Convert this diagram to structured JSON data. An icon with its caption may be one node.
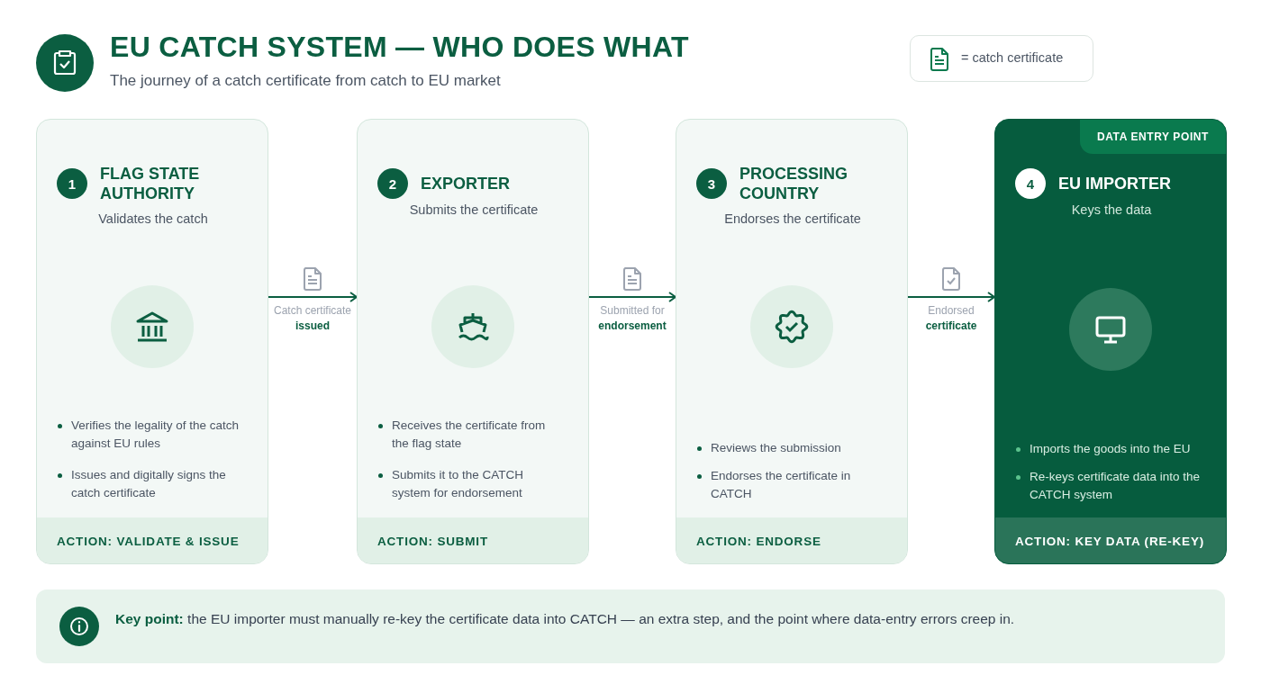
{
  "diagram": {
    "title": "EU CATCH SYSTEM — WHO DOES WHAT",
    "nodes": [
      {
        "text": [
          "1",
          "FLAG STATE AUTHORITY",
          "Validates the catch",
          "Verifies the legality of the catch against EU rules",
          "Issues and digitally signs the catch certificate",
          "ACTION: VALIDATE & ISSUE"
        ]
      },
      {
        "text": [
          "2",
          "EXPORTER",
          "Submits the certificate",
          "Receives the certificate from the flag state",
          "Submits it to the CATCH system for endorsement",
          "ACTION: SUBMIT"
        ]
      },
      {
        "text": [
          "3",
          "PROCESSING COUNTRY",
          "Endorses the certificate",
          "Reviews the submission",
          "Endorses the certificate in CATCH",
          "ACTION: ENDORSE"
        ]
      },
      {
        "text": [
          "DATA ENTRY POINT",
          "4",
          "EU IMPORTER",
          "Keys the data",
          "Imports the goods into the EU",
          "Re-keys certificate data into the CATCH system",
          "ACTION: KEY DATA (RE-KEY)"
        ]
      }
    ],
    "edges": [
      {
        "from": 0,
        "to": 1,
        "arrow": "to",
        "label": "Catch certificate **issued**"
      },
      {
        "from": 1,
        "to": 2,
        "arrow": "to",
        "label": "Submitted for **endorsement**"
      },
      {
        "from": 2,
        "to": 3,
        "arrow": "to",
        "label": "Endorsed **certificate**"
      }
    ],
    "labels": [
      "The journey of a catch certificate from catch to EU market",
      "**Key point:** the EU importer must manually re-key the certificate data into CATCH — an extra step, and the point where data-entry errors creep in."
    ],
    "legend": [
      {
        "text": "= catch certificate"
      }
    ]
  }
}
